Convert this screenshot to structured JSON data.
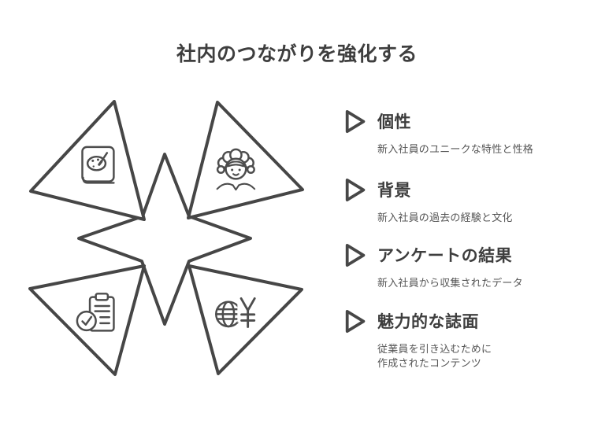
{
  "title": "社内のつながりを強化する",
  "legend": {
    "items": [
      {
        "heading": "個性",
        "description": "新入社員のユニークな特性と性格"
      },
      {
        "heading": "背景",
        "description": "新入社員の過去の経験と文化"
      },
      {
        "heading": "アンケートの結果",
        "description": "新入社員から収集されたデータ"
      },
      {
        "heading": "魅力的な誌面",
        "description": "従業員を引き込むために\n作成されたコンテンツ"
      }
    ]
  },
  "diagram": {
    "center_shape": "four-point-star",
    "segments": [
      {
        "position": "top-left",
        "icon": "art-book-icon"
      },
      {
        "position": "top-right",
        "icon": "curly-hair-person-icon"
      },
      {
        "position": "bottom-left",
        "icon": "clipboard-check-icon"
      },
      {
        "position": "bottom-right",
        "icon": "globe-yen-icon"
      }
    ]
  },
  "colors": {
    "background": "#ffffff",
    "outline": "#464646",
    "heading_text": "#3e3e3e",
    "description_text": "#555555",
    "icon_stroke": "#4d4d4d"
  }
}
